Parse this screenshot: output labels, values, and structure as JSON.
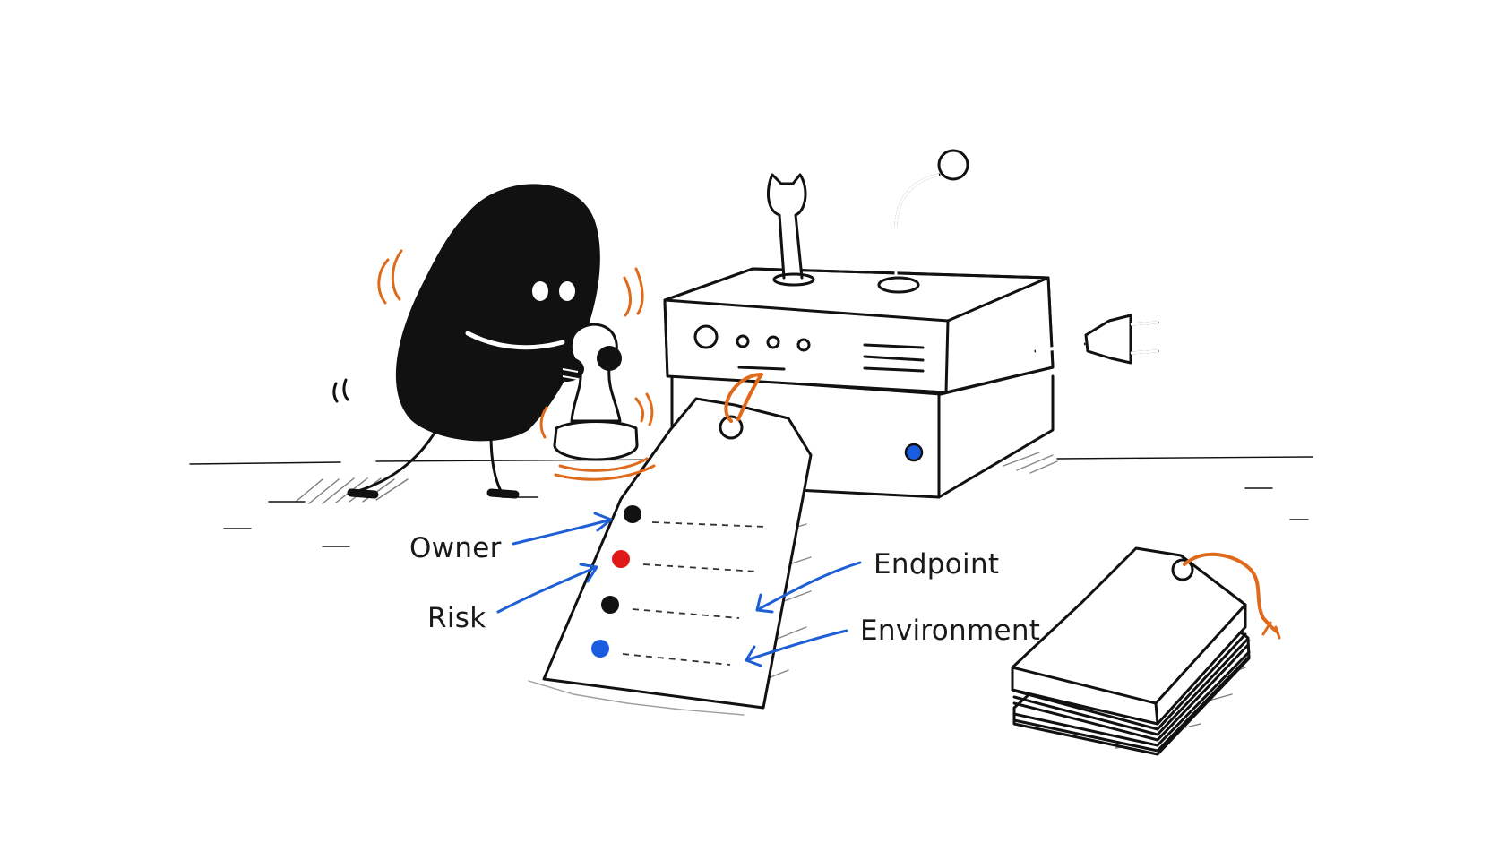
{
  "colors": {
    "ink": "#111111",
    "accent_orange": "#e06a1b",
    "arrow_blue": "#1f5fd6",
    "dot_red": "#e01818",
    "dot_blue": "#1a5ce0",
    "dot_black": "#111111"
  },
  "icons": [
    "blob-character-icon",
    "rubber-stamp-icon",
    "server-box-icon",
    "wrench-icon",
    "microphone-stem-icon",
    "power-plug-icon",
    "hanging-tag-icon",
    "tag-stack-icon"
  ],
  "tag": {
    "fields": [
      {
        "label": "Owner",
        "dot_color": "#111111"
      },
      {
        "label": "Risk",
        "dot_color": "#e01818"
      },
      {
        "label": "Endpoint",
        "dot_color": "#111111"
      },
      {
        "label": "Environment",
        "dot_color": "#1a5ce0"
      }
    ]
  }
}
